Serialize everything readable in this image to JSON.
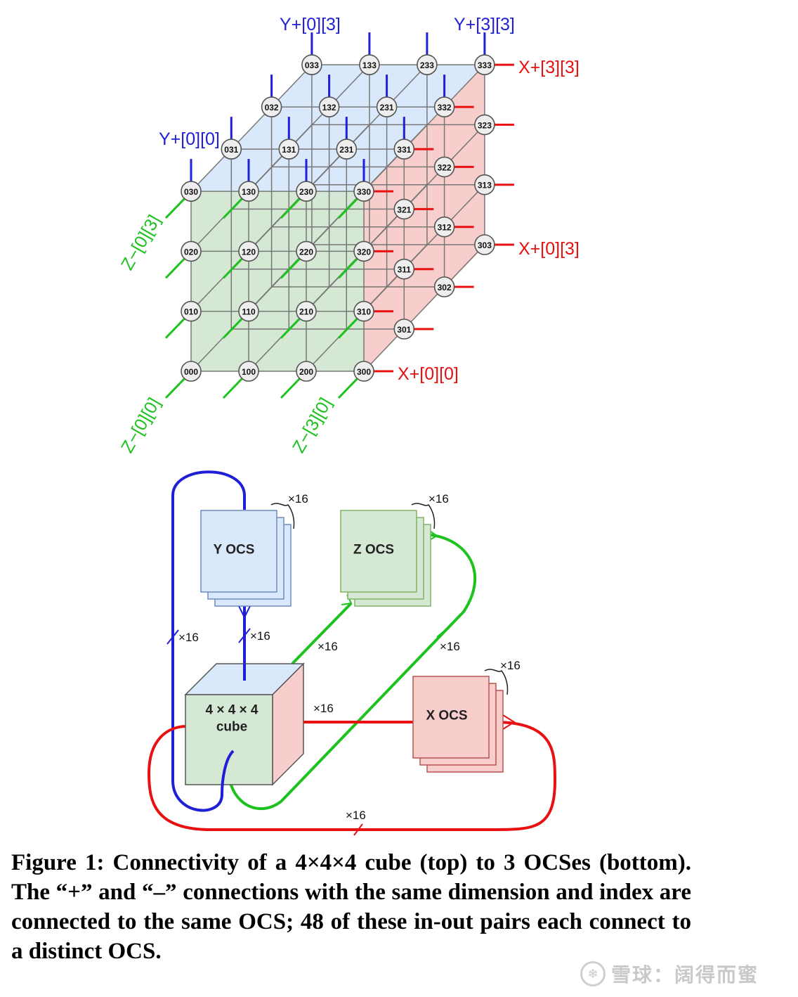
{
  "cube_diagram": {
    "labels": {
      "y_003": "Y+[0][3]",
      "y_333": "Y+[3][3]",
      "y_000": "Y+[0][0]",
      "x_333": "X+[3][3]",
      "x_303": "X+[0][3]",
      "x_300": "X+[0][0]",
      "z_003": "Z−[0][3]",
      "z_000": "Z−[0][0]",
      "z_300": "Z−[3][0]"
    },
    "front_nodes": [
      "000",
      "100",
      "200",
      "300",
      "010",
      "110",
      "210",
      "310",
      "020",
      "120",
      "220",
      "320",
      "030",
      "130",
      "230",
      "330"
    ],
    "top_nodes": [
      "031",
      "131",
      "231",
      "331",
      "032",
      "132",
      "231",
      "332",
      "033",
      "133",
      "233",
      "333"
    ],
    "right_nodes": [
      "301",
      "311",
      "321",
      "302",
      "312",
      "322",
      "303",
      "313",
      "323"
    ],
    "colors": {
      "y": "#1f1fd8",
      "x": "#e81010",
      "z": "#1ec21e",
      "top_face": "#dae8fc",
      "front_face": "#d5e8d4",
      "right_face": "#f8cecc"
    }
  },
  "ocs_diagram": {
    "y_ocs": "Y OCS",
    "z_ocs": "Z OCS",
    "x_ocs": "X OCS",
    "cube_line1": "4 × 4 × 4",
    "cube_line2": "cube",
    "multiplier": "×16"
  },
  "caption": "Figure 1: Connectivity of a 4×4×4 cube (top) to 3 OCSes (bottom). The “+” and “–” connections with the same dimension and index are connected to the same OCS; 48 of these in-out pairs each connect to a distinct OCS.",
  "watermark": {
    "icon": "snowball-logo-icon",
    "text": "雪球：阔得而蜜"
  }
}
